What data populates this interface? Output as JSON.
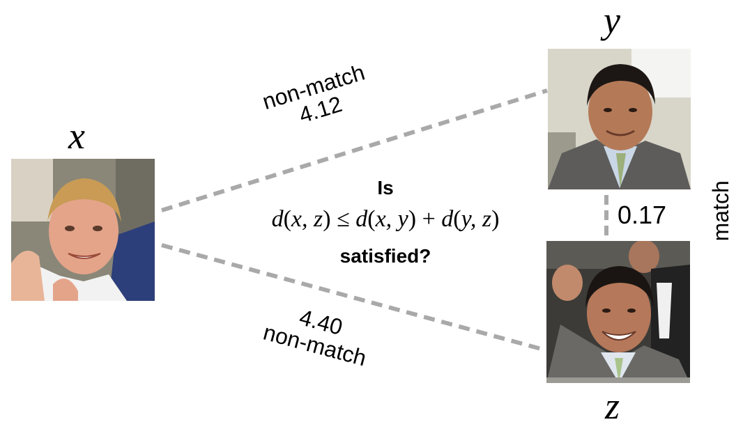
{
  "nodes": {
    "x": {
      "label": "x"
    },
    "y": {
      "label": "y"
    },
    "z": {
      "label": "z"
    }
  },
  "edges": {
    "xy": {
      "verdict": "non-match",
      "distance": "4.12"
    },
    "xz": {
      "verdict": "non-match",
      "distance": "4.40"
    },
    "yz": {
      "verdict": "match",
      "distance": "0.17"
    }
  },
  "question": {
    "prefix": "Is",
    "formula": {
      "lhs_fn": "d",
      "lhs_args": "x, z",
      "op": "≤",
      "t1_fn": "d",
      "t1_args": "x, y",
      "plus": "+",
      "t2_fn": "d",
      "t2_args": "y, z"
    },
    "suffix": "satisfied?"
  },
  "colors": {
    "edge": "#a9a9a9",
    "text": "#000000"
  }
}
